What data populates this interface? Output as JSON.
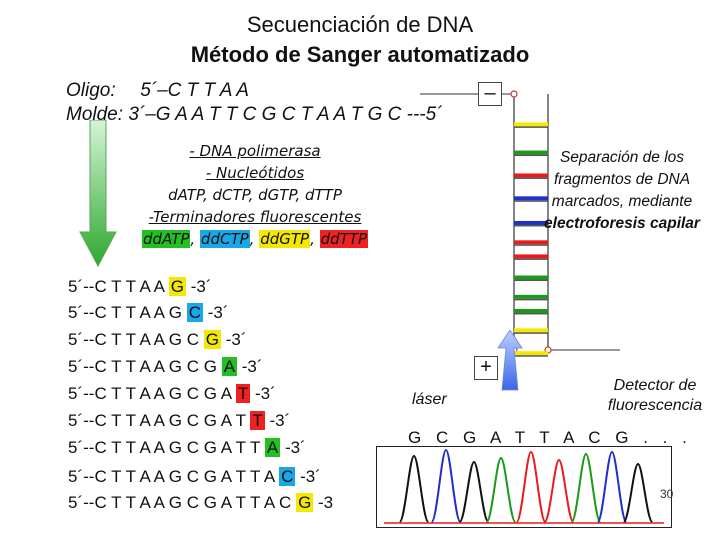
{
  "title_line1": "Secuenciación de DNA",
  "title_line2": "Método de Sanger automatizado",
  "oligo_label": "Oligo:",
  "oligo_seq": "5´–C T T A A",
  "molde_label": "Molde:",
  "molde_seq": "3´–G A A T T C G C T A A T G C ---5´",
  "reagents": {
    "line1": "- DNA polimerasa",
    "line2": "- Nucleótidos",
    "line3": "dATP, dCTP, dGTP, dTTP",
    "line4": "-Terminadores fluorescentes",
    "ddATP": "ddATP",
    "ddCTP": "ddCTP",
    "ddGTP": "ddGTP",
    "ddTTP": "ddTTP",
    "sep": ", "
  },
  "fragments": [
    {
      "prefix": "5´--C T T A A ",
      "base": "G",
      "suffix": " -3´",
      "color": "#f5e800"
    },
    {
      "prefix": "5´--C T T A A G ",
      "base": "C",
      "suffix": " -3´",
      "color": "#1aa7e8"
    },
    {
      "prefix": "5´--C T T A A G C ",
      "base": "G",
      "suffix": " -3´",
      "color": "#f5e800"
    },
    {
      "prefix": "5´--C T T A A G C G ",
      "base": "A",
      "suffix": " -3´",
      "color": "#22c022"
    },
    {
      "prefix": "5´--C T T A A G C G A ",
      "base": "T",
      "suffix": " -3´",
      "color": "#ee2222"
    },
    {
      "prefix": "5´--C T T A A G C G A T ",
      "base": "T",
      "suffix": " -3´",
      "color": "#ee2222"
    },
    {
      "prefix": "5´--C T T A A G C G A T T ",
      "base": "A",
      "suffix": " -3´",
      "color": "#22c022"
    },
    {
      "prefix": "5´--C T T A A G C G A T T A ",
      "base": "C",
      "suffix": " -3´",
      "color": "#1aa7e8"
    },
    {
      "prefix": "5´--C T T A A G C G A T T A C ",
      "base": "G",
      "suffix": " -3",
      "color": "#f5e800"
    }
  ],
  "separation_text": "Separación de los fragmentos de DNA marcados, mediante",
  "separation_bold": "electroforesis capilar",
  "minus_sign": "–",
  "plus_sign": "+",
  "laser_label": "láser",
  "detector_label": "Detector de fluorescencia",
  "sequence_read": "G C G A T T A C G . . .",
  "page_number": "30",
  "colors": {
    "green": "#1a9a1a",
    "red": "#e81c1c",
    "blue": "#1f2fd0",
    "yellow": "#f5e800",
    "black": "#111111"
  }
}
